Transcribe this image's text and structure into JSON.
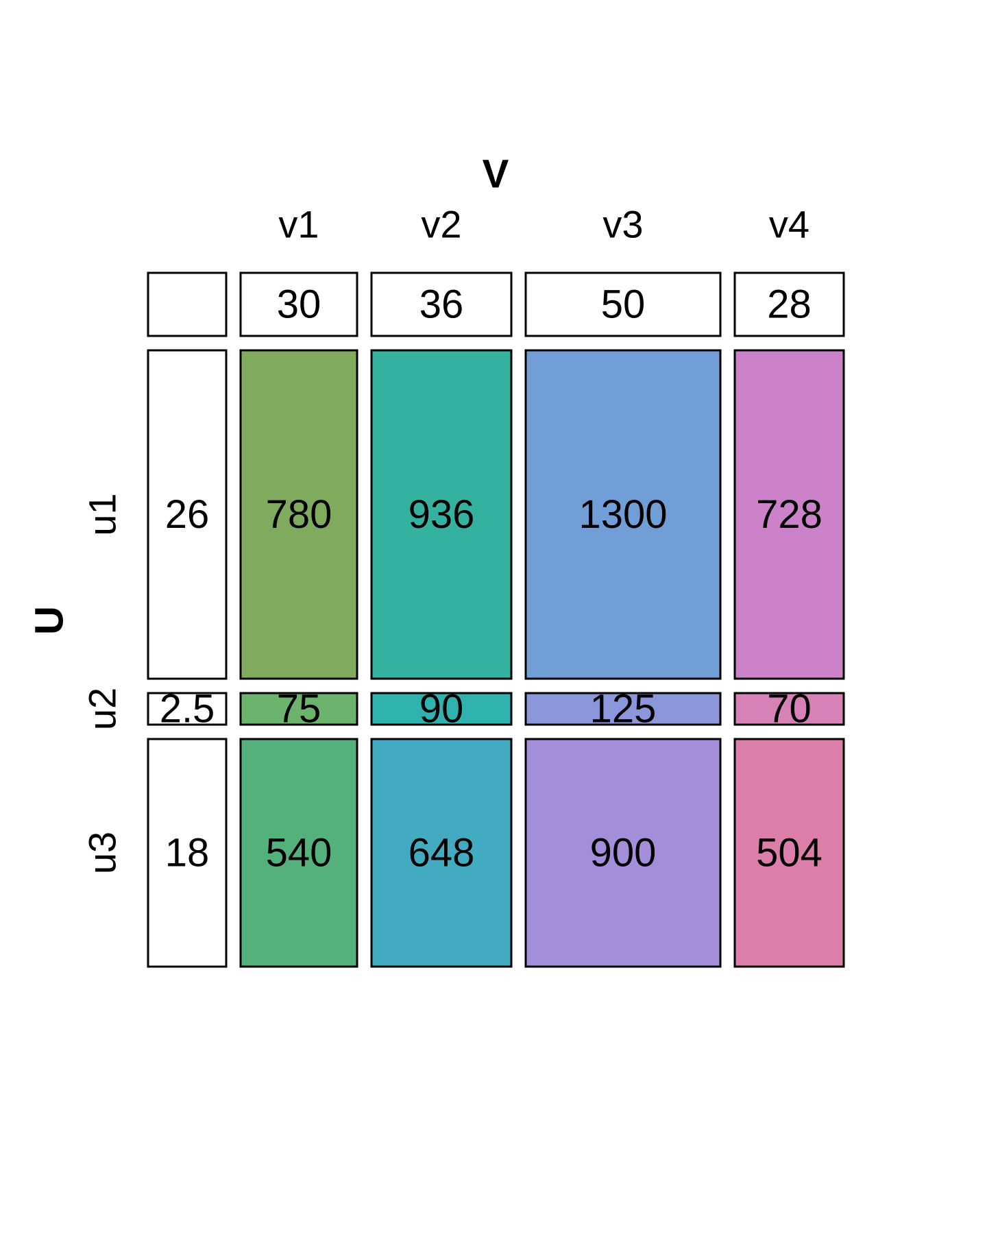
{
  "chart_data": {
    "type": "table",
    "col_variable": "V",
    "row_variable": "U",
    "col_labels": [
      "v1",
      "v2",
      "v3",
      "v4"
    ],
    "row_labels": [
      "u1",
      "u2",
      "u3"
    ],
    "col_margins": [
      "30",
      "36",
      "50",
      "28"
    ],
    "row_margins": [
      "26",
      "2.5",
      "18"
    ],
    "cells": [
      [
        "780",
        "936",
        "1300",
        "728"
      ],
      [
        "75",
        "90",
        "125",
        "70"
      ],
      [
        "540",
        "648",
        "900",
        "504"
      ]
    ],
    "colors": [
      [
        "#80aa5e",
        "#35b29f",
        "#719ed6",
        "#cb82c9"
      ],
      [
        "#6cb46e",
        "#30b3ae",
        "#8b96db",
        "#d682b7"
      ],
      [
        "#55b17b",
        "#43abc1",
        "#a48dd9",
        "#db7ea9"
      ]
    ],
    "margin_fill": "#ffffff"
  }
}
